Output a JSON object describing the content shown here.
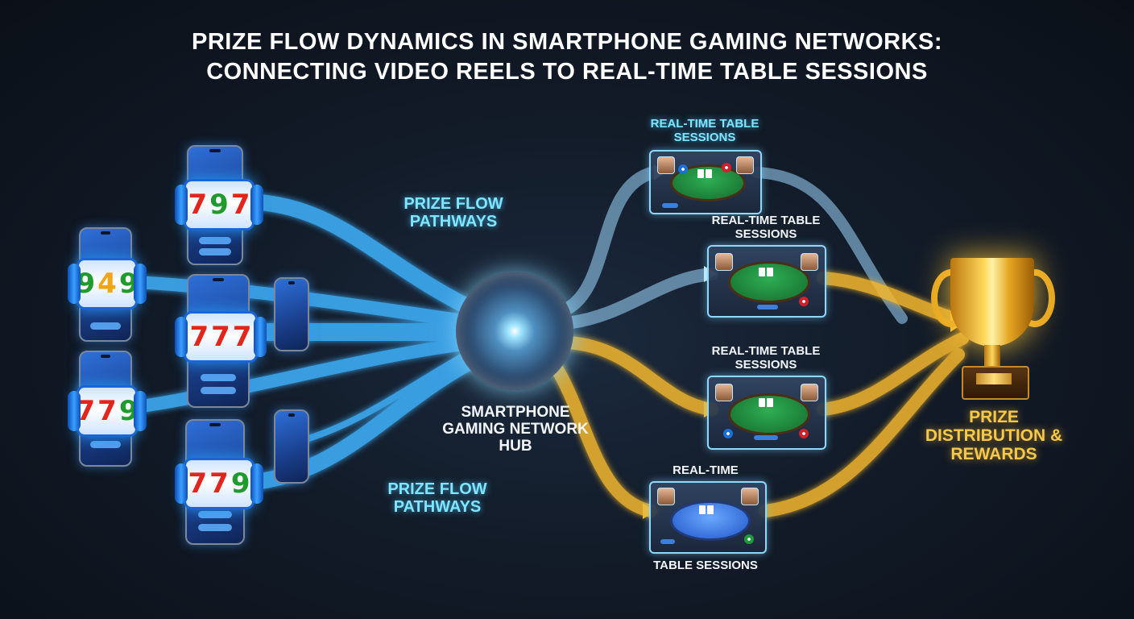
{
  "title": {
    "line1": "PRIZE FLOW DYNAMICS IN SMARTPHONE GAMING NETWORKS:",
    "line2": "CONNECTING VIDEO REELS TO REAL-TIME TABLE SESSIONS"
  },
  "labels": {
    "pathways_top": "PRIZE FLOW PATHWAYS",
    "pathways_bottom": "PRIZE FLOW PATHWAYS",
    "hub": "SMARTPHONE GAMING NETWORK HUB",
    "prize": "PRIZE DISTRIBUTION & REWARDS"
  },
  "tables": [
    {
      "label": "REAL-TIME TABLE SESSIONS"
    },
    {
      "label": "REAL-TIME TABLE SESSIONS"
    },
    {
      "label": "REAL-TIME TABLE SESSIONS"
    },
    {
      "label_top": "REAL-TIME",
      "label_bottom": "TABLE SESSIONS"
    }
  ],
  "reels": [
    {
      "symbols": [
        "7",
        "9",
        "7"
      ]
    },
    {
      "symbols": [
        "9",
        "4",
        "9"
      ]
    },
    {
      "symbols": [
        "7",
        "7",
        "7"
      ]
    },
    {
      "symbols": [
        "7",
        "7",
        "9"
      ]
    },
    {
      "symbols": [
        "7",
        "7",
        "9"
      ]
    }
  ],
  "colors": {
    "blue_flow": "#3fb4ff",
    "gold_flow": "#f5b82e",
    "accent_cyan": "#7fe6ff",
    "prize_gold": "#f7c948"
  }
}
